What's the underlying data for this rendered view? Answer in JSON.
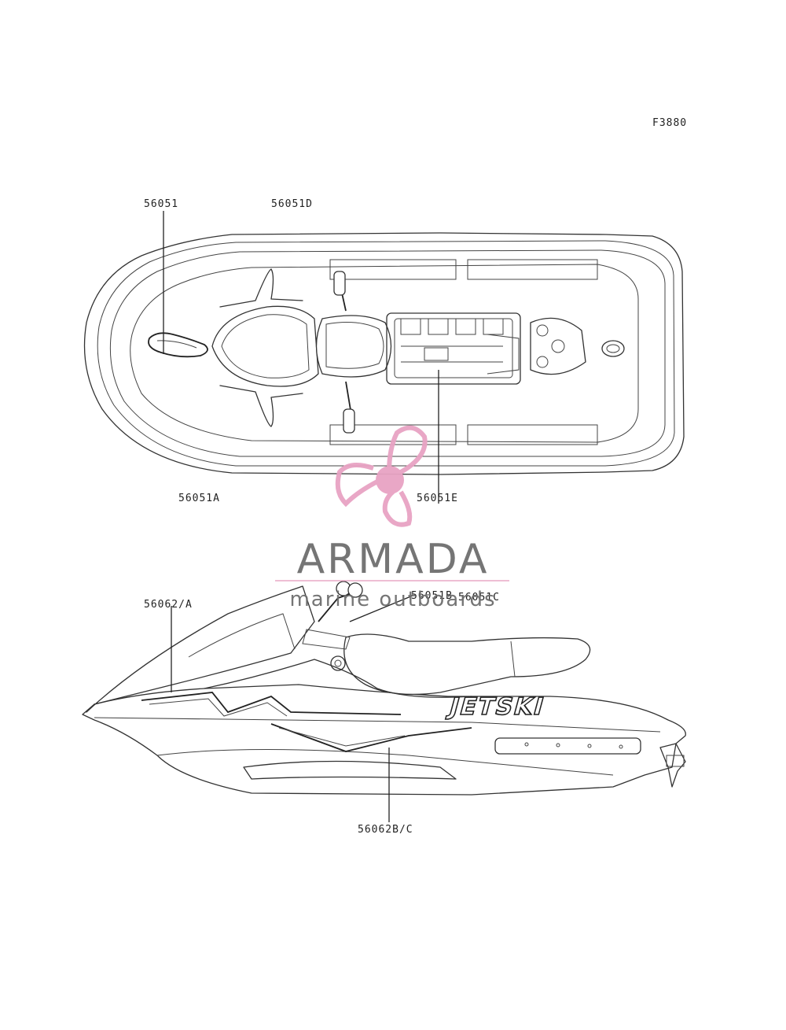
{
  "figure_code": "F3880",
  "callouts": {
    "top_left": "56051",
    "top_middle": "56051D",
    "bottom_left_top_view": "56051A",
    "bottom_right_top_view": "56051E",
    "side_left": "56062/A",
    "side_handlebar": "56051B",
    "side_seat": "56051C",
    "side_bottom": "56062B/C"
  },
  "decal_text": {
    "hull_side": "JETSKI"
  },
  "watermark": {
    "brand": "ARMADA",
    "tagline": "marine outboards",
    "logo_icon": "propeller-icon",
    "colors": {
      "propeller": "#e8a3c3",
      "hub": "#e8a3c3",
      "brand_text": "#6e6e6e"
    }
  }
}
